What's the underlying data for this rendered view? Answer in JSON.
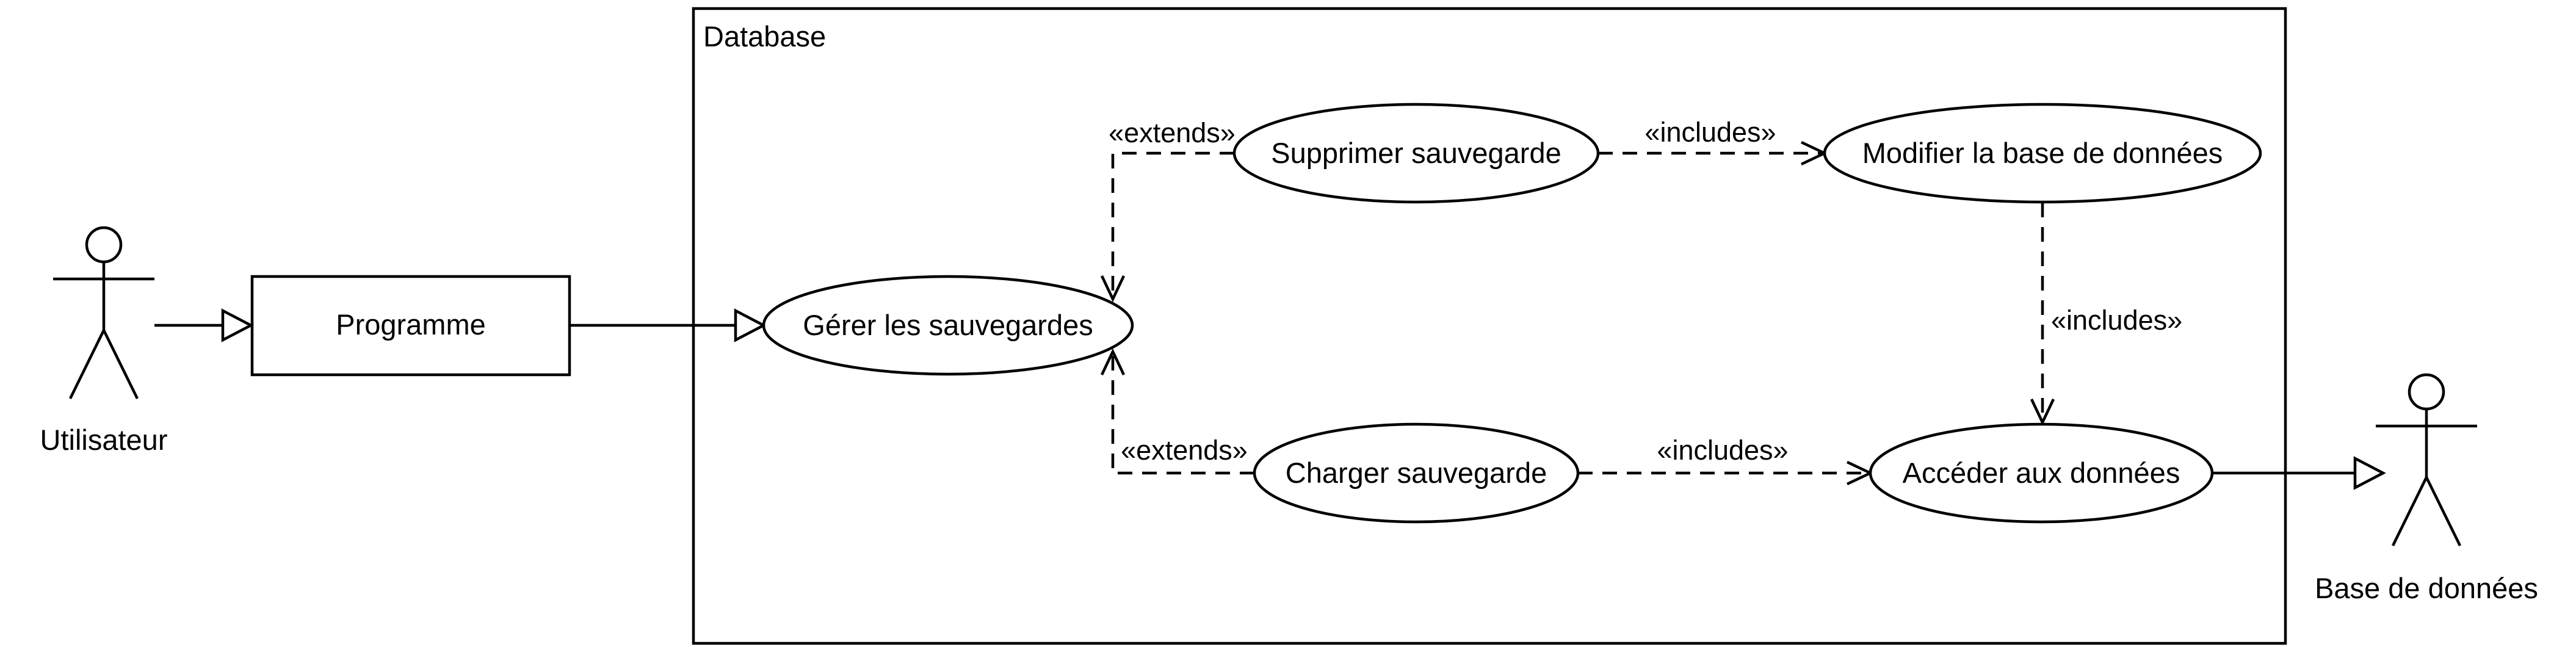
{
  "diagram": {
    "boundary": {
      "title": "Database"
    },
    "actors": {
      "user": {
        "label": "Utilisateur"
      },
      "database": {
        "label": "Base de données"
      }
    },
    "program": {
      "label": "Programme"
    },
    "use_cases": {
      "manage": {
        "label": "Gérer les sauvegardes"
      },
      "delete": {
        "label": "Supprimer sauvegarde"
      },
      "load": {
        "label": "Charger sauvegarde"
      },
      "modify": {
        "label": "Modifier la base de données"
      },
      "access": {
        "label": "Accéder aux données"
      }
    },
    "relations": {
      "delete_extends": "«extends»",
      "load_extends": "«extends»",
      "delete_includes_modify": "«includes»",
      "modify_includes_access": "«includes»",
      "load_includes_access": "«includes»"
    }
  }
}
